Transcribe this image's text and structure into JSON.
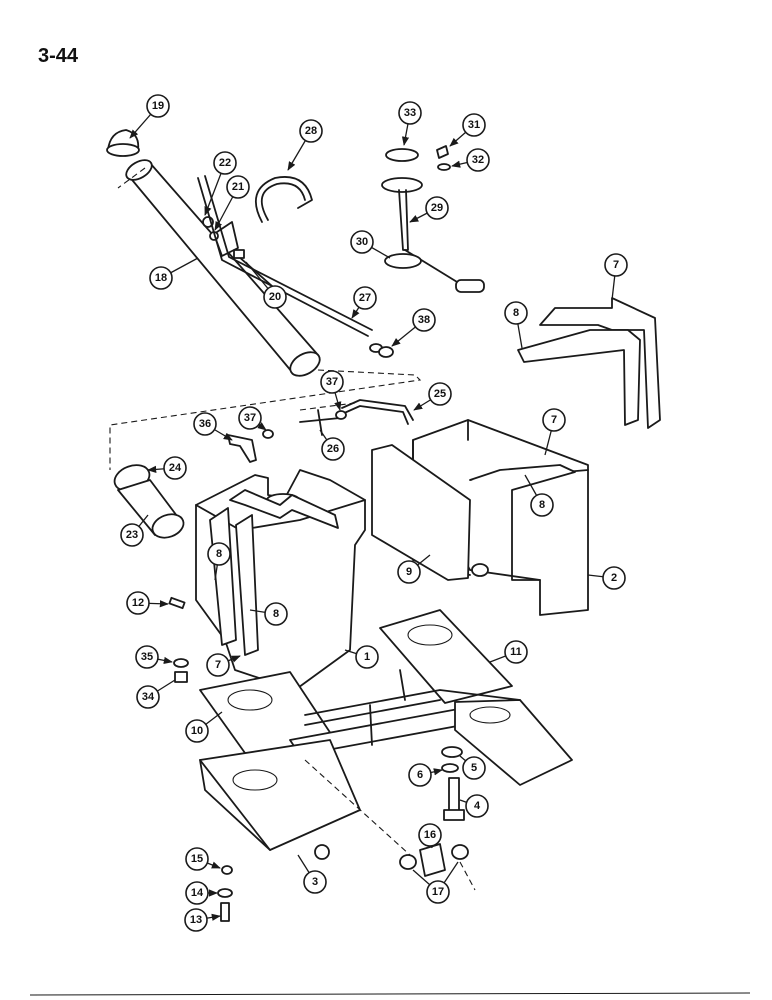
{
  "page_number": "3-44",
  "callouts": [
    "19",
    "28",
    "22",
    "21",
    "18",
    "20",
    "27",
    "33",
    "31",
    "32",
    "29",
    "30",
    "38",
    "7",
    "8",
    "37",
    "36",
    "37",
    "25",
    "26",
    "24",
    "23",
    "7",
    "8",
    "9",
    "2",
    "8",
    "8",
    "12",
    "35",
    "7",
    "34",
    "1",
    "11",
    "10",
    "6",
    "5",
    "4",
    "16",
    "15",
    "14",
    "13",
    "3",
    "17"
  ],
  "colors": {
    "ink": "#1a1a1a",
    "paper": "#ffffff"
  }
}
